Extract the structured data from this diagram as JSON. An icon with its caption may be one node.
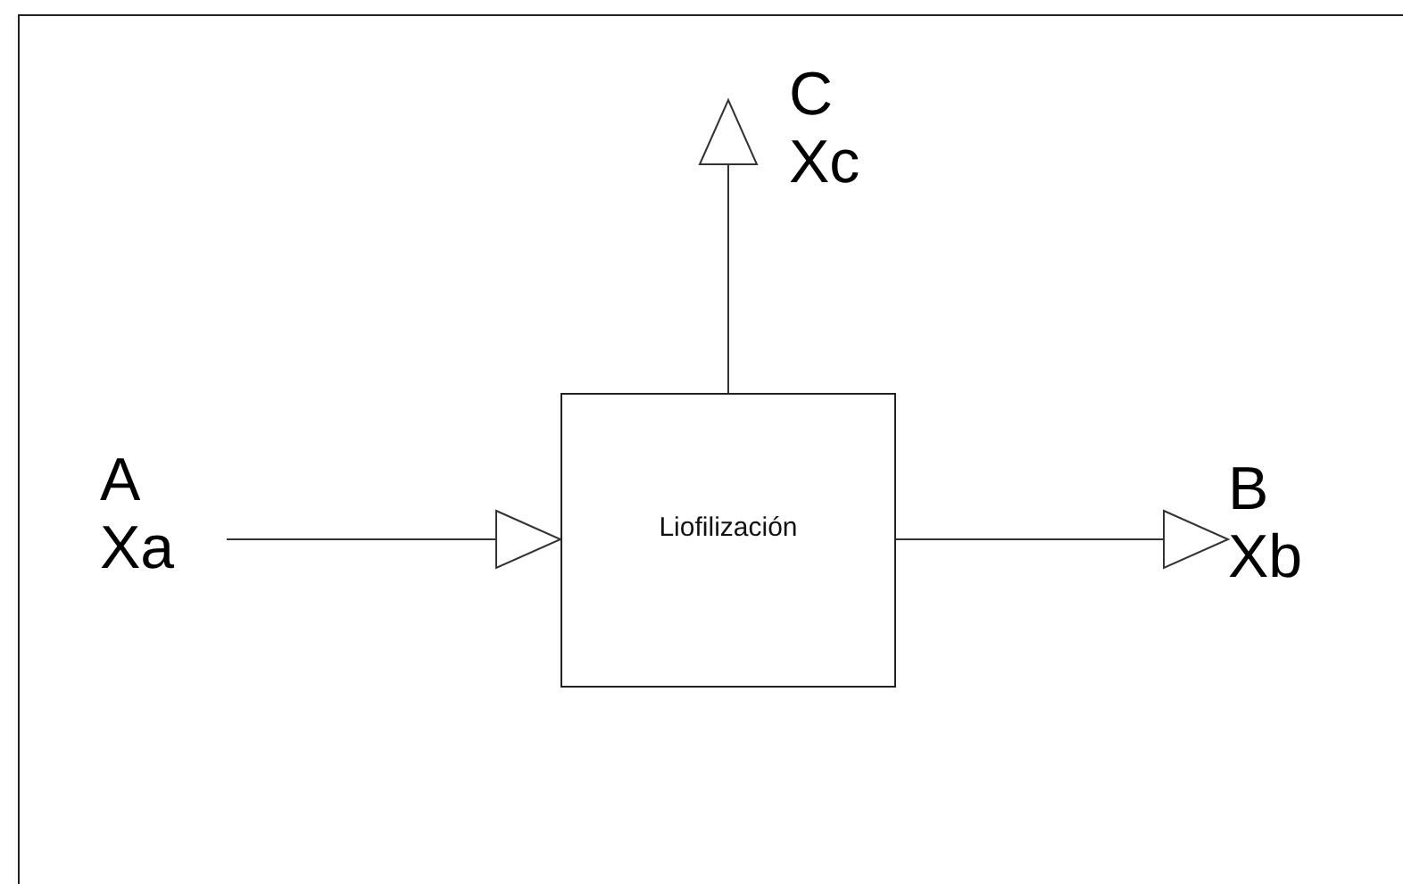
{
  "diagram": {
    "nodes": [
      {
        "text": [
          "Liofilización"
        ]
      },
      {
        "text": [
          "A",
          "Xa"
        ]
      },
      {
        "text": [
          "B",
          "Xb"
        ]
      },
      {
        "text": [
          "C",
          "Xc"
        ]
      }
    ],
    "edges": [
      {
        "from": 1,
        "to": 0,
        "arrow": "to"
      },
      {
        "from": 0,
        "to": 2,
        "arrow": "to"
      },
      {
        "from": 0,
        "to": 3,
        "arrow": "to"
      }
    ]
  }
}
